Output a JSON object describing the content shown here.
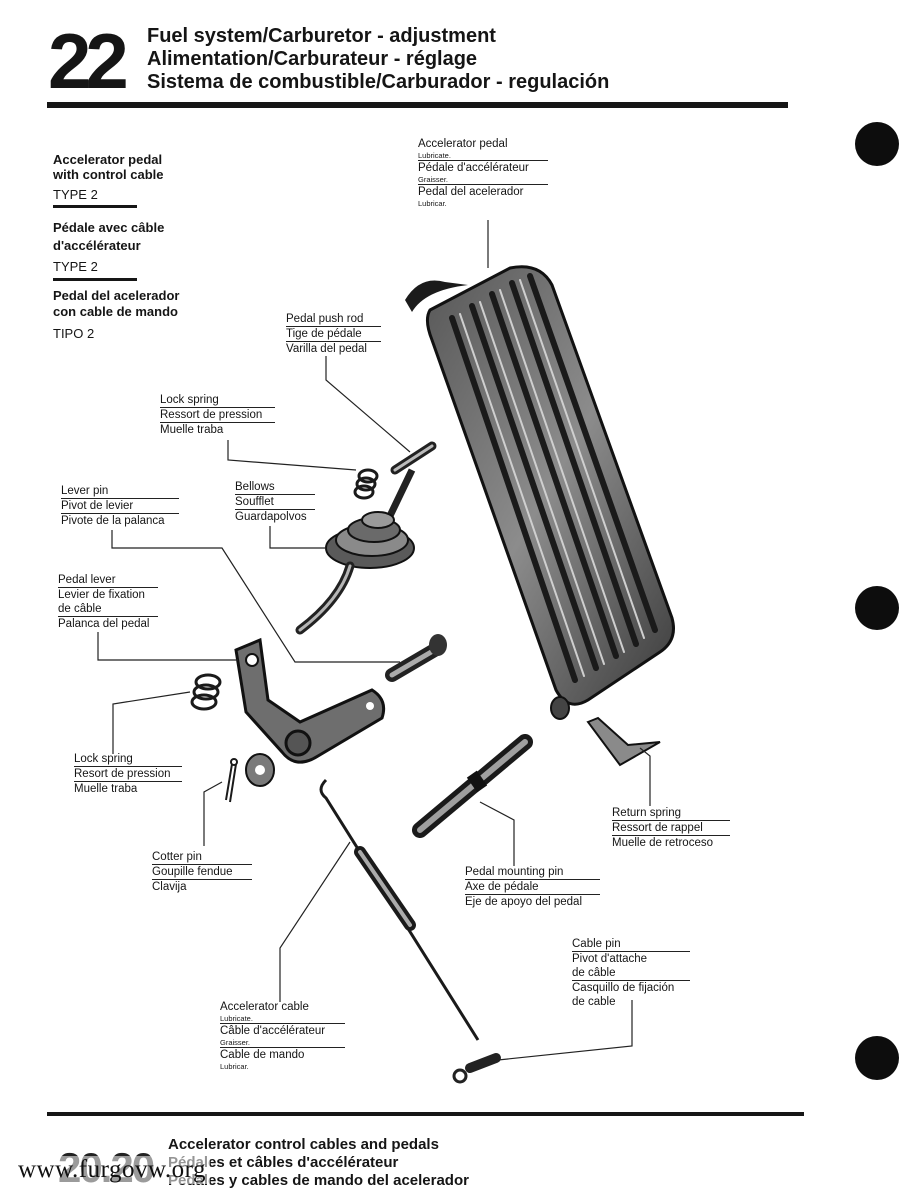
{
  "header": {
    "section_number": "22",
    "title_en": "Fuel system/Carburetor - adjustment",
    "title_fr": "Alimentation/Carburateur - réglage",
    "title_es": "Sistema de combustible/Carburador - regulación"
  },
  "left_block": {
    "en_heading_1": "Accelerator pedal",
    "en_heading_2": "with control cable",
    "en_type": "TYPE 2",
    "fr_heading_1": "Pédale avec câble",
    "fr_heading_2": "d'accélérateur",
    "fr_type": "TYPE 2",
    "es_heading_1": "Pedal del acelerador",
    "es_heading_2": "con cable de mando",
    "es_type": "TIPO 2"
  },
  "labels": {
    "accelerator_pedal": {
      "en": "Accelerator pedal",
      "en_note": "Lubricate.",
      "fr": "Pédale d'accélérateur",
      "fr_note": "Graisser.",
      "es": "Pedal del acelerador",
      "es_note": "Lubricar."
    },
    "pedal_push_rod": {
      "en": "Pedal push rod",
      "fr": "Tige de pédale",
      "es": "Varilla del pedal"
    },
    "lock_spring_top": {
      "en": "Lock spring",
      "fr": "Ressort de pression",
      "es": "Muelle traba"
    },
    "bellows": {
      "en": "Bellows",
      "fr": "Soufflet",
      "es": "Guardapolvos"
    },
    "lever_pin": {
      "en": "Lever pin",
      "fr": "Pivot de levier",
      "es": "Pivote de la palanca"
    },
    "pedal_lever": {
      "en": "Pedal lever",
      "fr_1": "Levier de fixation",
      "fr_2": "de câble",
      "es": "Palanca del pedal"
    },
    "lock_spring_bottom": {
      "en": "Lock spring",
      "fr": "Resort de pression",
      "es": "Muelle traba"
    },
    "cotter_pin": {
      "en": "Cotter pin",
      "fr": "Goupille fendue",
      "es": "Clavija"
    },
    "return_spring": {
      "en": "Return spring",
      "fr": "Ressort de rappel",
      "es": "Muelle de retroceso"
    },
    "pedal_mounting_pin": {
      "en": "Pedal mounting pin",
      "fr": "Axe de pédale",
      "es": "Eje de apoyo del pedal"
    },
    "cable_pin": {
      "en": "Cable pin",
      "fr_1": "Pivot d'attache",
      "fr_2": "de câble",
      "es_1": "Casquillo de fijación",
      "es_2": "de cable"
    },
    "accelerator_cable": {
      "en": "Accelerator cable",
      "en_note": "Lubricate.",
      "fr": "Câble d'accélérateur",
      "fr_note": "Graisser.",
      "es": "Cable de mando",
      "es_note": "Lubricar."
    }
  },
  "footer": {
    "page_number": "20.20",
    "title_en": "Accelerator control cables and pedals",
    "title_fr": "Pédales et câbles d'accélérateur",
    "title_es": "Pedales y cables de mando del acelerador",
    "watermark": "www.furgovw.org"
  }
}
